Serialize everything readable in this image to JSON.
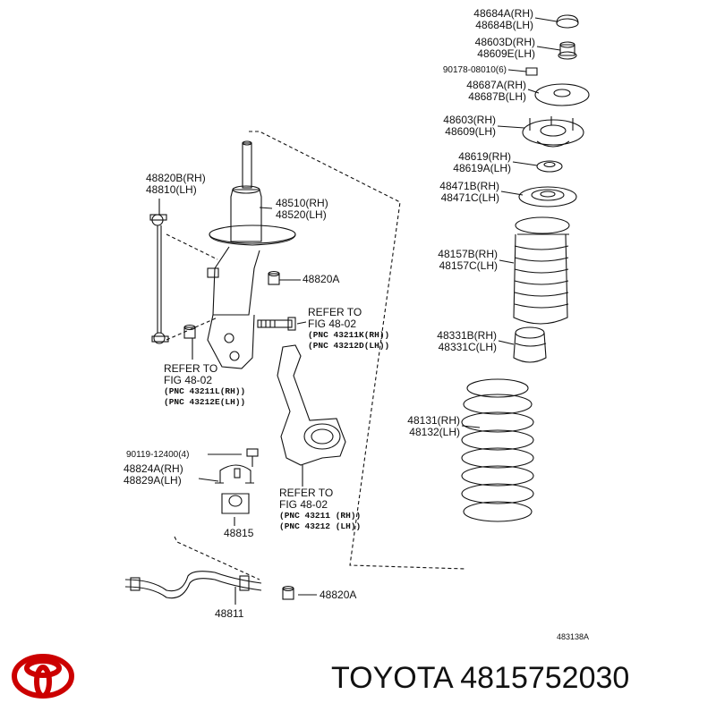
{
  "labels": {
    "l48684": [
      "48684A(RH)",
      "48684B(LH)"
    ],
    "l48603d": [
      "48603D(RH)",
      "48609E(LH)"
    ],
    "l90178": [
      "90178-08010(6)"
    ],
    "l48687": [
      "48687A(RH)",
      "48687B(LH)"
    ],
    "l48603": [
      "48603(RH)",
      "48609(LH)"
    ],
    "l48619": [
      "48619(RH)",
      "48619A(LH)"
    ],
    "l48471": [
      "48471B(RH)",
      "48471C(LH)"
    ],
    "l48157": [
      "48157B(RH)",
      "48157C(LH)"
    ],
    "l48331": [
      "48331B(RH)",
      "48331C(LH)"
    ],
    "l48131": [
      "48131(RH)",
      "48132(LH)"
    ],
    "l48820b": [
      "48820B(RH)",
      "48810(LH)"
    ],
    "l48510": [
      "48510(RH)",
      "48520(LH)"
    ],
    "l48820a_top": [
      "48820A"
    ],
    "l90119": [
      "90119-12400(4)"
    ],
    "l48824": [
      "48824A(RH)",
      "48829A(LH)"
    ],
    "l48815": [
      "48815"
    ],
    "l48811": [
      "48811"
    ],
    "l48820a_bot": [
      "48820A"
    ]
  },
  "refs": {
    "ref_knuckle_bolt": {
      "lines": [
        "REFER TO",
        "FIG 48-02"
      ],
      "pnc": [
        "(PNC 43211K(RH))",
        "(PNC 43212D(LH))"
      ]
    },
    "ref_left": {
      "lines": [
        "REFER TO",
        "FIG 48-02"
      ],
      "pnc": [
        "(PNC 43211L(RH))",
        "(PNC 43212E(LH))"
      ]
    },
    "ref_knuckle": {
      "lines": [
        "REFER TO",
        "FIG 48-02"
      ],
      "pnc": [
        "(PNC 43211 (RH))",
        "(PNC 43212 (LH))"
      ]
    }
  },
  "figure_code": "483138A",
  "brand": {
    "text": "TOYOTA 4815752030",
    "logo_color": "#cc0000"
  }
}
